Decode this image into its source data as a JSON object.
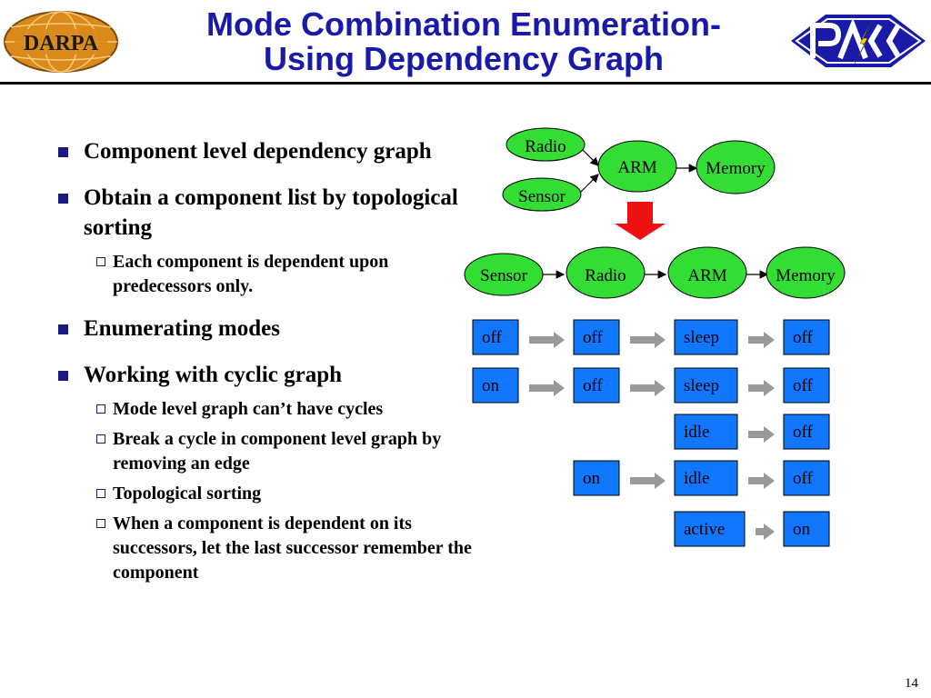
{
  "slide": {
    "title_line1": "Mode Combination Enumeration-",
    "title_line2": "Using Dependency Graph",
    "page_number": "14"
  },
  "logos": {
    "left_text": "DARPA",
    "right_text": "PACC",
    "left_color": "#d98a1a",
    "right_color": "#1a1aa8"
  },
  "bullets": [
    {
      "text": "Component level dependency graph",
      "sub": []
    },
    {
      "text": "Obtain a component list by topological sorting",
      "sub": [
        "Each component is dependent upon predecessors only."
      ]
    },
    {
      "text": "Enumerating modes",
      "sub": []
    },
    {
      "text": "Working with cyclic graph",
      "sub": [
        "Mode level graph can’t have cycles",
        "Break a cycle in component level graph by removing an edge",
        "Topological sorting",
        "When a component is dependent on its successors, let the last successor remember the component"
      ]
    }
  ],
  "graph_top": {
    "nodes": [
      "Radio",
      "Sensor",
      "ARM",
      "Memory"
    ]
  },
  "graph_sorted": {
    "nodes": [
      "Sensor",
      "Radio",
      "ARM",
      "Memory"
    ]
  },
  "mode_table": {
    "rows": [
      [
        "off",
        "off",
        "sleep",
        "off"
      ],
      [
        "on",
        "off",
        "sleep",
        "off"
      ],
      [
        "",
        "",
        "idle",
        "off"
      ],
      [
        "",
        "on",
        "idle",
        "off"
      ],
      [
        "",
        "",
        "active",
        "on"
      ]
    ]
  },
  "colors": {
    "node_fill": "#33dd33",
    "mode_fill": "#1177ff",
    "title": "#1a1aa8",
    "red_arrow": "#ee1111",
    "gray_arrow": "#999999"
  }
}
